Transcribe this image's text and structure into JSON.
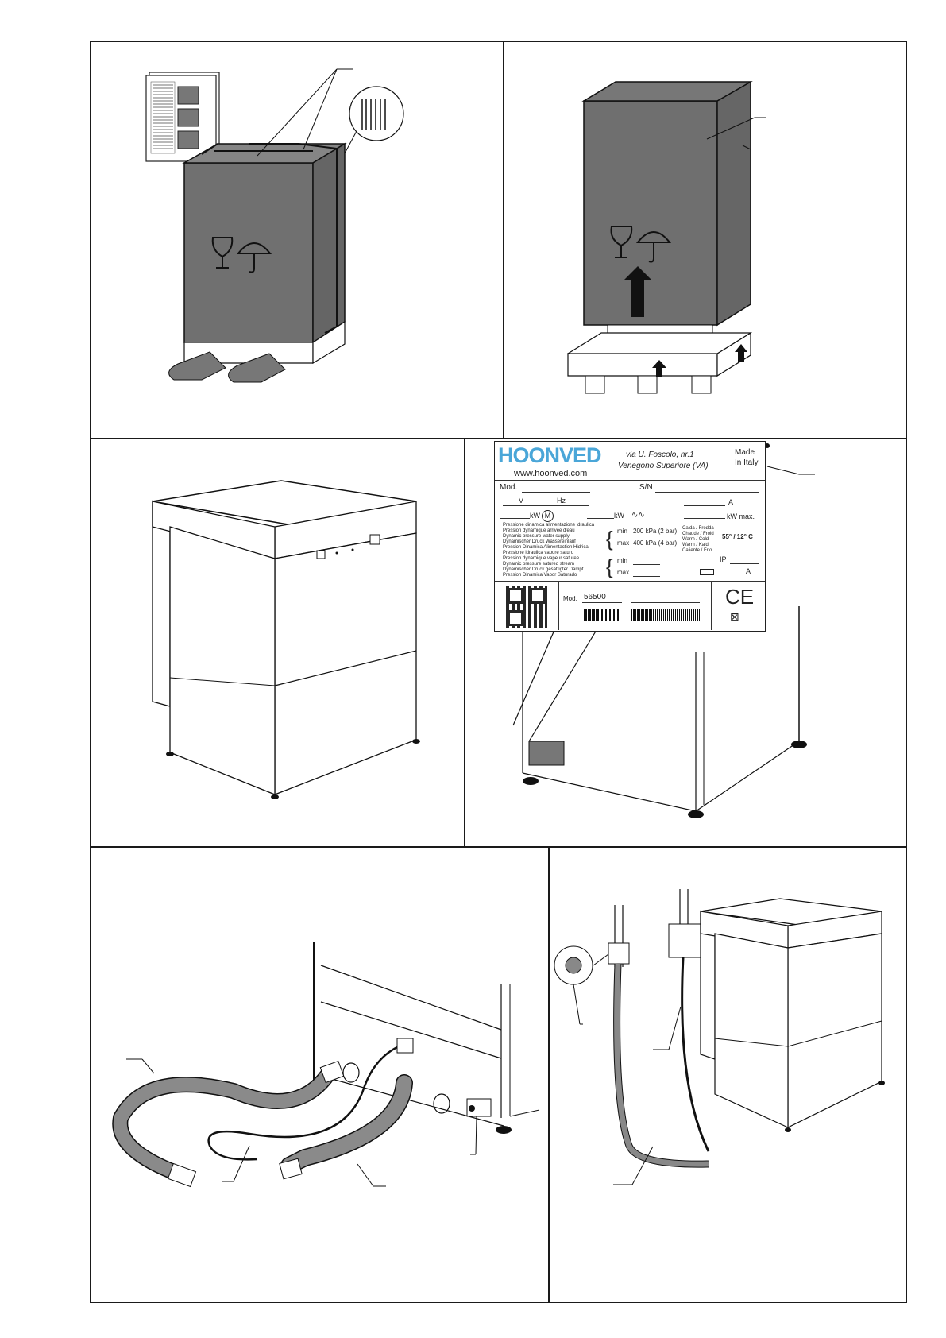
{
  "nameplate": {
    "brand": "HOONVED",
    "website": "www.hoonved.com",
    "address_line1": "via U. Foscolo, nr.1",
    "address_line2": "Venegono Superiore (VA)",
    "made_line1": "Made",
    "made_line2": "In Italy",
    "mod_label": "Mod.",
    "sn_label": "S/N",
    "v_label": "V",
    "hz_label": "Hz",
    "a_label": "A",
    "kw_label": "kW",
    "motor_label": "M",
    "kw_label_2": "kW",
    "kw_max_label": "kW max.",
    "pressure_water_lines": [
      "Pressione dinamica alimentazione idraulica",
      "Pression dynamique arrivee d'eau",
      "Dynamic pressure water supply",
      "Dynamischer Druck Wassereinlauf",
      "Pression Dinamica Alimentaction Hidrica"
    ],
    "pressure_steam_lines": [
      "Pressione idraulica vapore saturo",
      "Pression dynamique vapeur saturee",
      "Dynamic pressure satured stream",
      "Dynamischer Druck gesattigter Dampf",
      "Pression Dinamica Vapor Saturado"
    ],
    "min_label": "min",
    "max_label": "max",
    "min_value": "200 kPa (2 bar)",
    "max_value": "400 kPa (4 bar)",
    "temp_lines": [
      "Calda / Fredda",
      "Chaude / Froid",
      "Warm / Cold",
      "Warm / Kald",
      "Caliente / Frio"
    ],
    "temp_value": "55° / 12° C",
    "ip_label": "IP",
    "a_label_2": "A",
    "mod_label_2": "Mod.",
    "mod_value": "56500",
    "ce_mark": "CE"
  },
  "icons": [
    "fragile-glass-icon",
    "umbrella-keep-dry-icon",
    "this-way-up-arrow-icon",
    "weee-bin-icon",
    "qr-code-icon",
    "barcode-icon"
  ]
}
